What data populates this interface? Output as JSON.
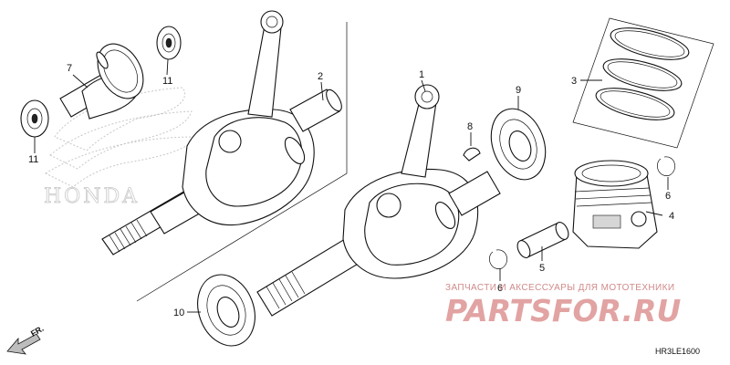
{
  "callouts": {
    "crankshaft_assembly": "1",
    "crankshaft_set": "2",
    "piston_ring_set": "3",
    "piston": "4",
    "piston_pin": "5",
    "pin_clip_right": "6",
    "pin_clip_left": "6",
    "balancer_shaft": "7",
    "woodruff_key": "8",
    "crank_bearing_right": "9",
    "crank_bearing_left": "10",
    "balancer_bearing_top": "11",
    "balancer_bearing_left": "11"
  },
  "direction_mark": "FR.",
  "diagram_code": "HR3LE1600",
  "brand_watermark": "HONDA",
  "watermark": {
    "tagline": "ЗАПЧАСТИ И АКСЕССУАРЫ ДЛЯ МОТОТЕХНИКИ",
    "logo": "PARTSFOR.RU"
  },
  "colors": {
    "line": "#111111",
    "watermark_red": "#e2a3a3",
    "background": "#ffffff"
  }
}
